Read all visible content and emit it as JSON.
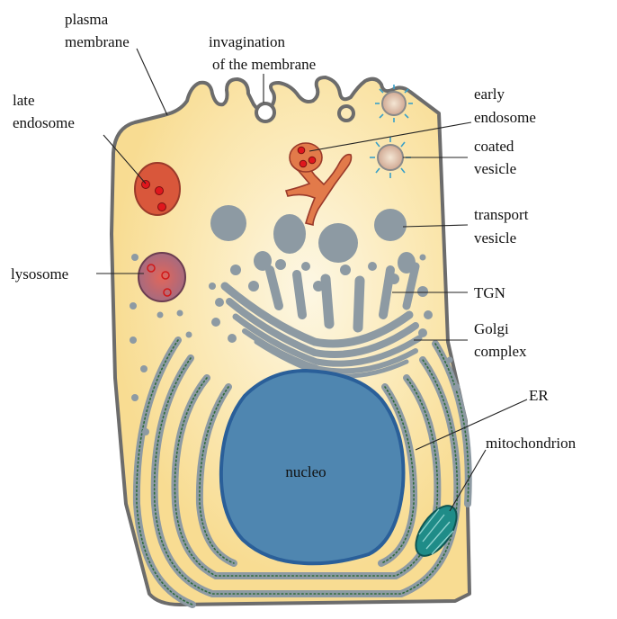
{
  "diagram": {
    "labels": {
      "plasma_membrane": [
        "plasma",
        "membrane"
      ],
      "invagination": [
        "invagination",
        "of the membrane"
      ],
      "late_endosome": [
        "late",
        "endosome"
      ],
      "early_endosome": [
        "early",
        "endosome"
      ],
      "coated_vesicle": [
        "coated",
        "vesicle"
      ],
      "transport_vesicle": [
        "transport",
        "vesicle"
      ],
      "lysosome": "lysosome",
      "tgn": "TGN",
      "golgi_complex": [
        "Golgi",
        "complex"
      ],
      "er": "ER",
      "mitochondrion": "mitochondrion",
      "nucleus": "nucleo"
    },
    "colors": {
      "cytoplasm": "#f9df9a",
      "cytoplasm_center": "#fdf6df",
      "membrane": "#6c6c6c",
      "organelle_gray": "#8d9aa3",
      "er_dots": "#2f6b3b",
      "nucleus": "#4f86b0",
      "nucleus_edge": "#2a5f99",
      "late_endosome": "#d9573b",
      "early_endosome": "#e27a4a",
      "lysosome": "#a86b78",
      "red_granule": "#e0161d",
      "mitochondrion": "#1f8c88",
      "coat_spikes": "#3aa0c8"
    }
  }
}
